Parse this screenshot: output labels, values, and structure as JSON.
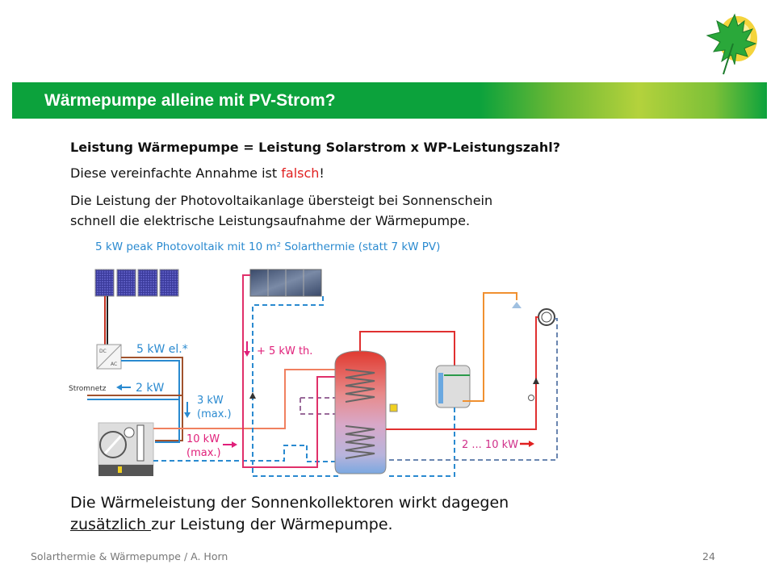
{
  "header": {
    "title": "Wärmepumpe alleine mit PV-Strom?"
  },
  "content": {
    "question": "Leistung Wärmepumpe = Leistung Solarstrom x WP-Leistungszahl?",
    "statement_prefix": "Diese vereinfachte Annahme ist ",
    "statement_highlight": "falsch",
    "statement_suffix": "!",
    "explanation_line1": "Die Leistung der Photovoltaikanlage übersteigt bei Sonnenschein",
    "explanation_line2": "schnell die elektrische Leistungsaufnahme der Wärmepumpe.",
    "diagram_caption": "5 kW peak Photovoltaik mit 10 m² Solarthermie (statt 7 kW PV)",
    "conclusion_line1": "Die Wärmeleistung der Sonnenkollektoren wirkt dagegen",
    "conclusion_underlined": "zusätzlich ",
    "conclusion_line2_rest": "zur Leistung der Wärmepumpe."
  },
  "diagram": {
    "inverter_dc": "DC",
    "inverter_ac": "AC",
    "pv_output": "5 kW el.*",
    "grid_label": "Stromnetz",
    "grid_feed": "2 kW",
    "hp_electric": "3 kW",
    "hp_electric_note": "(max.)",
    "hp_thermal": "10 kW",
    "hp_thermal_note": "(max.)",
    "solar_thermal": "+ 5 kW th.",
    "heating_output": "2 ... 10 kW"
  },
  "footer": {
    "text": "Solarthermie & Wärmepumpe / A. Horn",
    "page": "24"
  },
  "colors": {
    "green": "#0ca23c",
    "blue": "#2a8ad0",
    "magenta": "#e0207a",
    "red": "#e02020"
  }
}
